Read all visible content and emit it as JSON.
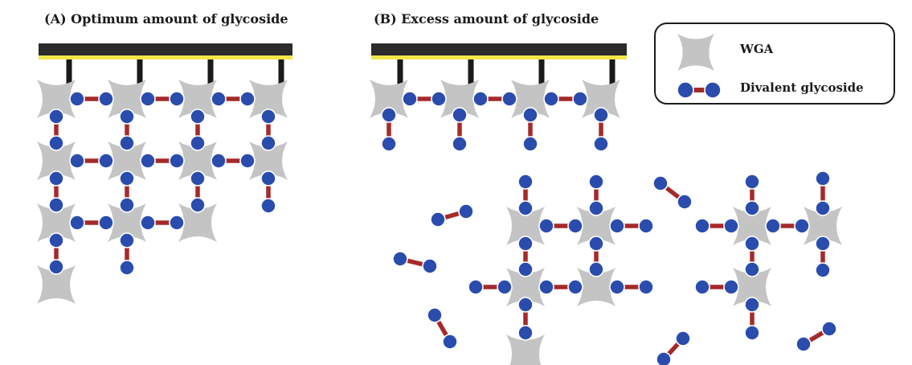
{
  "panels": {
    "a": {
      "title": "(A) Optimum amount of glycoside"
    },
    "b": {
      "title": "(B) Excess amount of glycoside"
    }
  },
  "legend": {
    "wga_label": "WGA",
    "glycoside_label": "Divalent glycoside"
  },
  "colors": {
    "wga": "#c4c4c4",
    "bead": "#2a4cad",
    "bead_outline": "#ffffff",
    "linker": "#a52a2a",
    "surface": "#2b2b2b",
    "surface_stripe": "#f4e64a",
    "anchor": "#1a1a1a"
  },
  "icons": [
    "wga-icon",
    "divalent-glycoside-icon"
  ]
}
